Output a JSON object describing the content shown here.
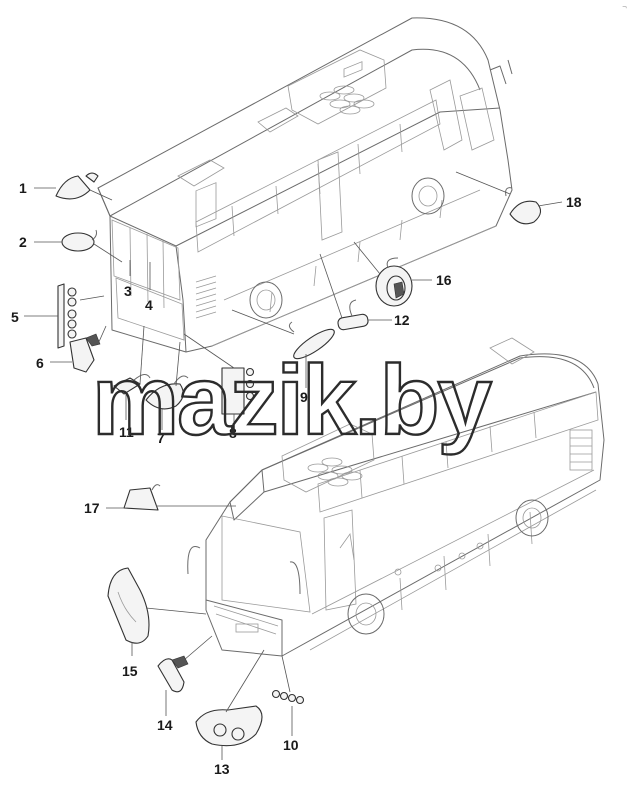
{
  "watermark": "mazik.by",
  "corner_mark": "¬",
  "callouts": {
    "c1": "1",
    "c2": "2",
    "c3": "3",
    "c4": "4",
    "c5": "5",
    "c6": "6",
    "c7": "7",
    "c8": "8",
    "c9": "9",
    "c10": "10",
    "c11": "11",
    "c12": "12",
    "c13": "13",
    "c14": "14",
    "c15": "15",
    "c16": "16",
    "c17": "17",
    "c18": "18"
  }
}
